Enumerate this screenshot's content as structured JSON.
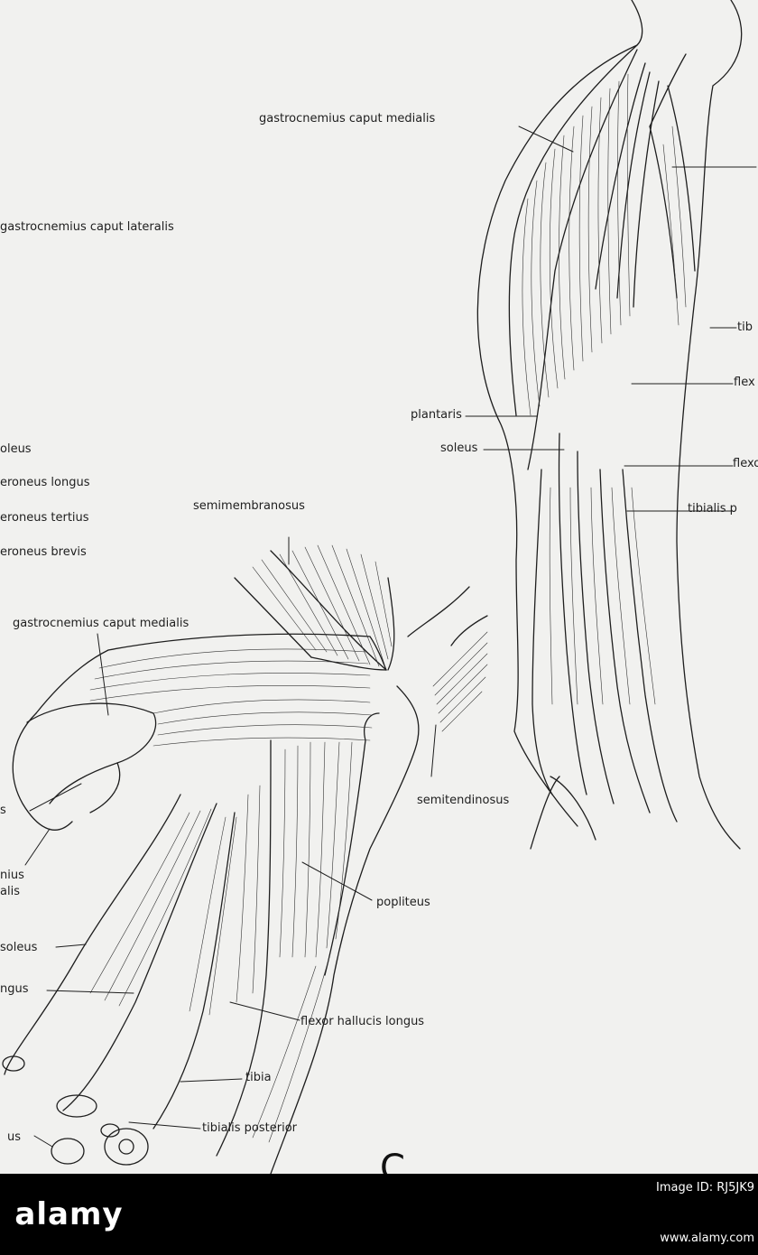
{
  "labels": {
    "top_gastro_medialis": "gastrocnemius caput medialis",
    "left_gastro_lateralis": "gastrocnemius caput lateralis",
    "right_plantaris": "plantaris",
    "right_soleus": "soleus",
    "right_tib_cut": "tib",
    "right_flex_cut": "flex",
    "right_flexor_cut": "flexor",
    "right_tibialis_p_cut": "tibialis p",
    "left_oleus": "oleus",
    "left_peroneus_longus": "eroneus longus",
    "left_peroneus_tertius": "eroneus tertius",
    "left_peroneus_brevis": "eroneus brevis",
    "semimembranosus": "semimembranosus",
    "bottom_gastro_medialis": "gastrocnemius caput medialis",
    "semitendinosus": "semitendinosus",
    "popliteus": "popliteus",
    "left_s_cut": "s",
    "left_nius_cut": "nius",
    "left_alis_cut": "alis",
    "left_soleus": "soleus",
    "left_ngus_cut": "ngus",
    "flexor_hallucis_longus": "flexor hallucis longus",
    "tibia": "tibia",
    "tibialis_posterior": "tibialis posterior",
    "left_us_cut": "us",
    "panel_letter": "C"
  },
  "watermark": {
    "logo": "alamy",
    "image_id": "Image ID: RJ5JK9",
    "url": "www.alamy.com"
  },
  "colors": {
    "background": "#f1f1ef",
    "ink": "#1e1e1e",
    "footer": "#000000",
    "footer_text": "#ffffff"
  }
}
